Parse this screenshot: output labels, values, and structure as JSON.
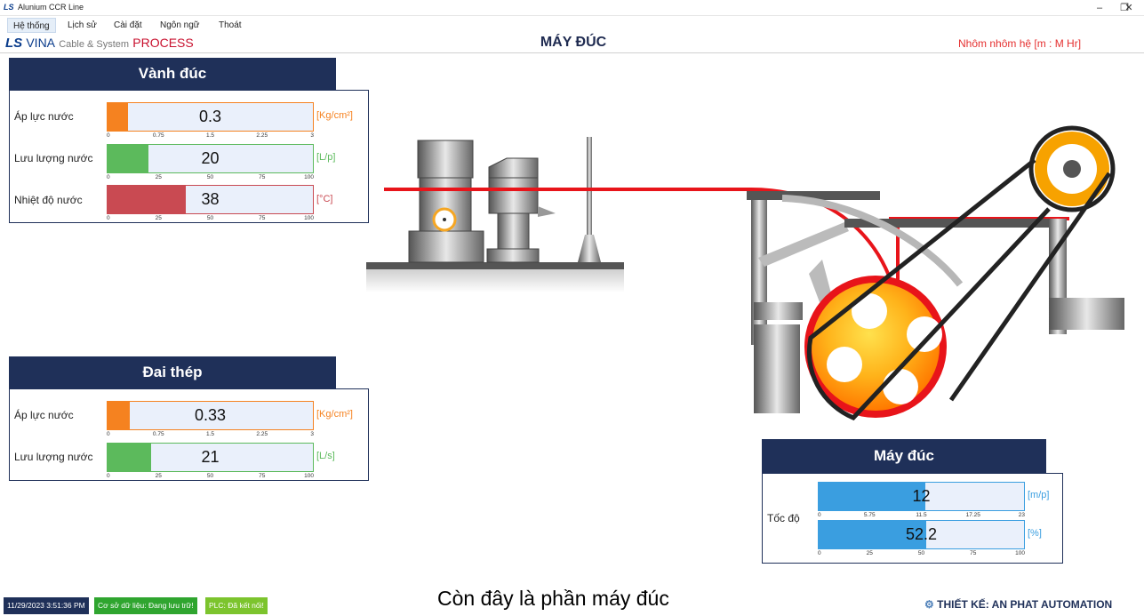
{
  "window": {
    "icon": "LS",
    "title": "Alunium CCR Line",
    "minimize": "–",
    "maximize": "❐",
    "close": "✕"
  },
  "menu": [
    {
      "label": "Hệ thống"
    },
    {
      "label": "Lịch sử"
    },
    {
      "label": "Cài đặt"
    },
    {
      "label": "Ngôn ngữ"
    },
    {
      "label": "Thoát"
    }
  ],
  "header": {
    "logo_ls": "LS",
    "logo_vina": "VINA",
    "logo_cable": "Cable & System",
    "logo_process": "PROCESS",
    "title": "MÁY ĐÚC",
    "right_text": "Nhôm nhôm hệ [m  :  M  Hr]"
  },
  "vanh_duc": {
    "title": "Vành đúc",
    "rows": [
      {
        "label": "Áp lực nước",
        "value": "0.3",
        "unit": "[Kg/cm²]",
        "fraction": 0.1,
        "color": "#f58220",
        "ticks": [
          "0",
          "0.75",
          "1.5",
          "2.25",
          "3"
        ]
      },
      {
        "label": "Lưu lượng nước",
        "value": "20",
        "unit": "[L/p]",
        "fraction": 0.2,
        "color": "#5cba5c",
        "ticks": [
          "0",
          "25",
          "50",
          "75",
          "100"
        ]
      },
      {
        "label": "Nhiệt độ nước",
        "value": "38",
        "unit": "[°C]",
        "fraction": 0.38,
        "color": "#c94a52",
        "ticks": [
          "0",
          "25",
          "50",
          "75",
          "100"
        ]
      }
    ]
  },
  "dai_thep": {
    "title": "Đai thép",
    "rows": [
      {
        "label": "Áp lực nước",
        "value": "0.33",
        "unit": "[Kg/cm²]",
        "fraction": 0.11,
        "color": "#f58220",
        "ticks": [
          "0",
          "0.75",
          "1.5",
          "2.25",
          "3"
        ]
      },
      {
        "label": "Lưu lượng nước",
        "value": "21",
        "unit": "[L/s]",
        "fraction": 0.21,
        "color": "#5cba5c",
        "ticks": [
          "0",
          "25",
          "50",
          "75",
          "100"
        ]
      }
    ]
  },
  "may_duc": {
    "title": "Máy đúc",
    "speed_label": "Tốc độ",
    "rows": [
      {
        "value": "12",
        "unit": "[m/p]",
        "fraction": 0.52,
        "color": "#3a9ee0",
        "ticks": [
          "0",
          "5.75",
          "11.5",
          "17.25",
          "23"
        ]
      },
      {
        "value": "52.2",
        "unit": "[%]",
        "fraction": 0.522,
        "color": "#3a9ee0",
        "ticks": [
          "0",
          "25",
          "50",
          "75",
          "100"
        ]
      }
    ]
  },
  "status": {
    "datetime": "11/29/2023 3:51:36 PM",
    "db": "Cơ sở dữ liệu: Đang lưu trữ!",
    "plc": "PLC: Đã kết nối!",
    "subtitle": "Còn đây là phần máy đúc",
    "credit": "THIẾT KẾ: AN PHAT AUTOMATION"
  },
  "colors": {
    "navy": "#1f3059",
    "orange": "#f58220",
    "green": "#5cba5c",
    "red": "#c94a52",
    "blue": "#3a9ee0"
  }
}
